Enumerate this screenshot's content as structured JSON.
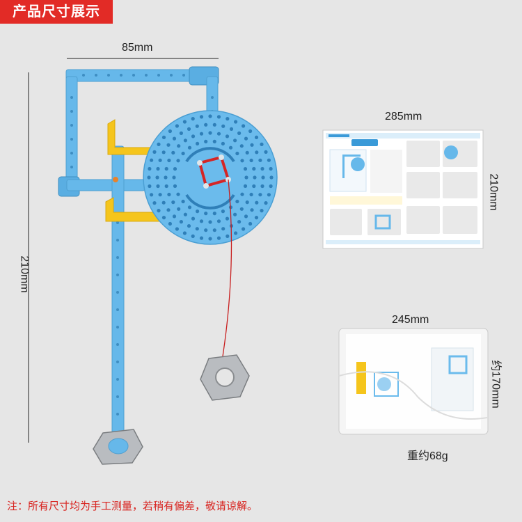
{
  "header": {
    "title": "产品尺寸展示"
  },
  "dimensions": {
    "model_width": "85mm",
    "model_height": "210mm",
    "manual_width": "285mm",
    "manual_height": "210mm",
    "package_width": "245mm",
    "package_height": "约170mm",
    "weight": "重约68g"
  },
  "footer": {
    "note": "注：所有尺寸均为手工测量，若稍有偏差，敬请谅解。"
  },
  "colors": {
    "accent_red": "#e22b26",
    "frame_blue": "#66b8ea",
    "bracket_yellow": "#f5c51c",
    "string_red": "#c81e1e"
  }
}
